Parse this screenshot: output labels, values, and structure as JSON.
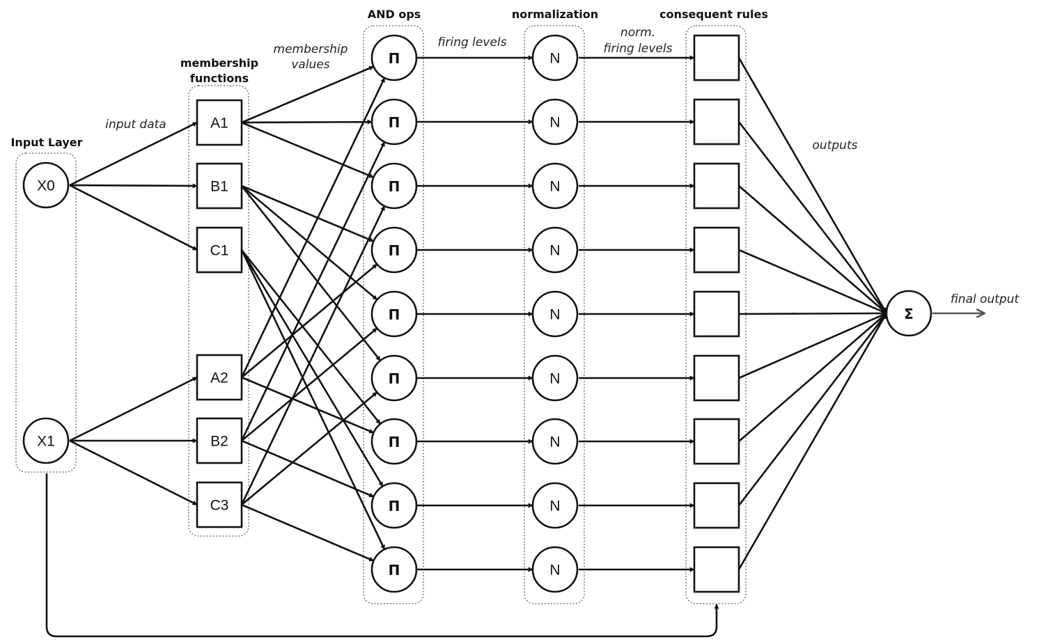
{
  "headings": {
    "input_layer": "Input Layer",
    "membership_functions_1": "membership",
    "membership_functions_2": "functions",
    "and_ops": "AND ops",
    "normalization": "normalization",
    "consequent_rules": "consequent rules"
  },
  "annotations": {
    "input_data": "input data",
    "membership_values_1": "membership",
    "membership_values_2": "values",
    "firing_levels": "firing levels",
    "norm_firing_levels_1": "norm.",
    "norm_firing_levels_2": "firing levels",
    "outputs": "outputs",
    "final_output": "final output"
  },
  "inputs": [
    "X0",
    "X1"
  ],
  "membership": [
    "A1",
    "B1",
    "C1",
    "A2",
    "B2",
    "C3"
  ],
  "and_symbol": "Π",
  "norm_symbol": "N",
  "sum_symbol": "Σ",
  "rule_count": 9
}
